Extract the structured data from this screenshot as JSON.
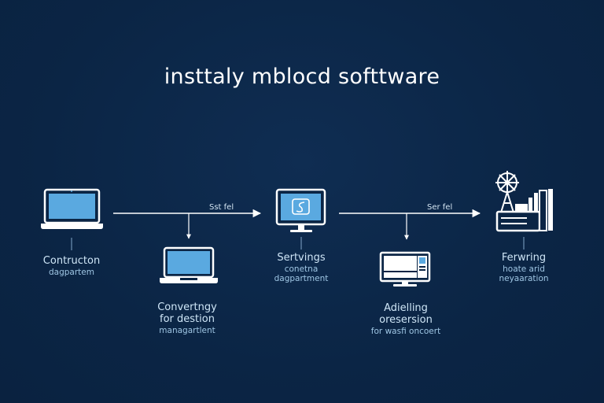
{
  "title": "insttaly mblocd softtware",
  "colors": {
    "background": "#0b2545",
    "icon_stroke": "#ffffff",
    "screen_fill": "#5aa9e0",
    "label_text": "#cfe6f7"
  },
  "nodes": [
    {
      "id": "node-1",
      "icon": "laptop-icon",
      "line1": "Contructon",
      "line2": "",
      "line3": "dagpartem"
    },
    {
      "id": "node-2",
      "icon": "laptop-icon",
      "line1": "Convertngy",
      "line2": "for destion",
      "line3": "managartlent"
    },
    {
      "id": "node-3",
      "icon": "monitor-icon",
      "line1": "Sertvings",
      "line2": "conetna",
      "line3": "dagpartment"
    },
    {
      "id": "node-4",
      "icon": "desktop-computer-icon",
      "line1": "Adielling",
      "line2": "oresersion",
      "line3": "for wasfi oncoert"
    },
    {
      "id": "node-5",
      "icon": "server-tower-icon",
      "line1": "Ferwring",
      "line2": "hoate arid",
      "line3": "neyaaration"
    }
  ],
  "arrows": [
    {
      "id": "arrow-1",
      "label": "Sst fel"
    },
    {
      "id": "arrow-2",
      "label": "Ser fel"
    }
  ]
}
